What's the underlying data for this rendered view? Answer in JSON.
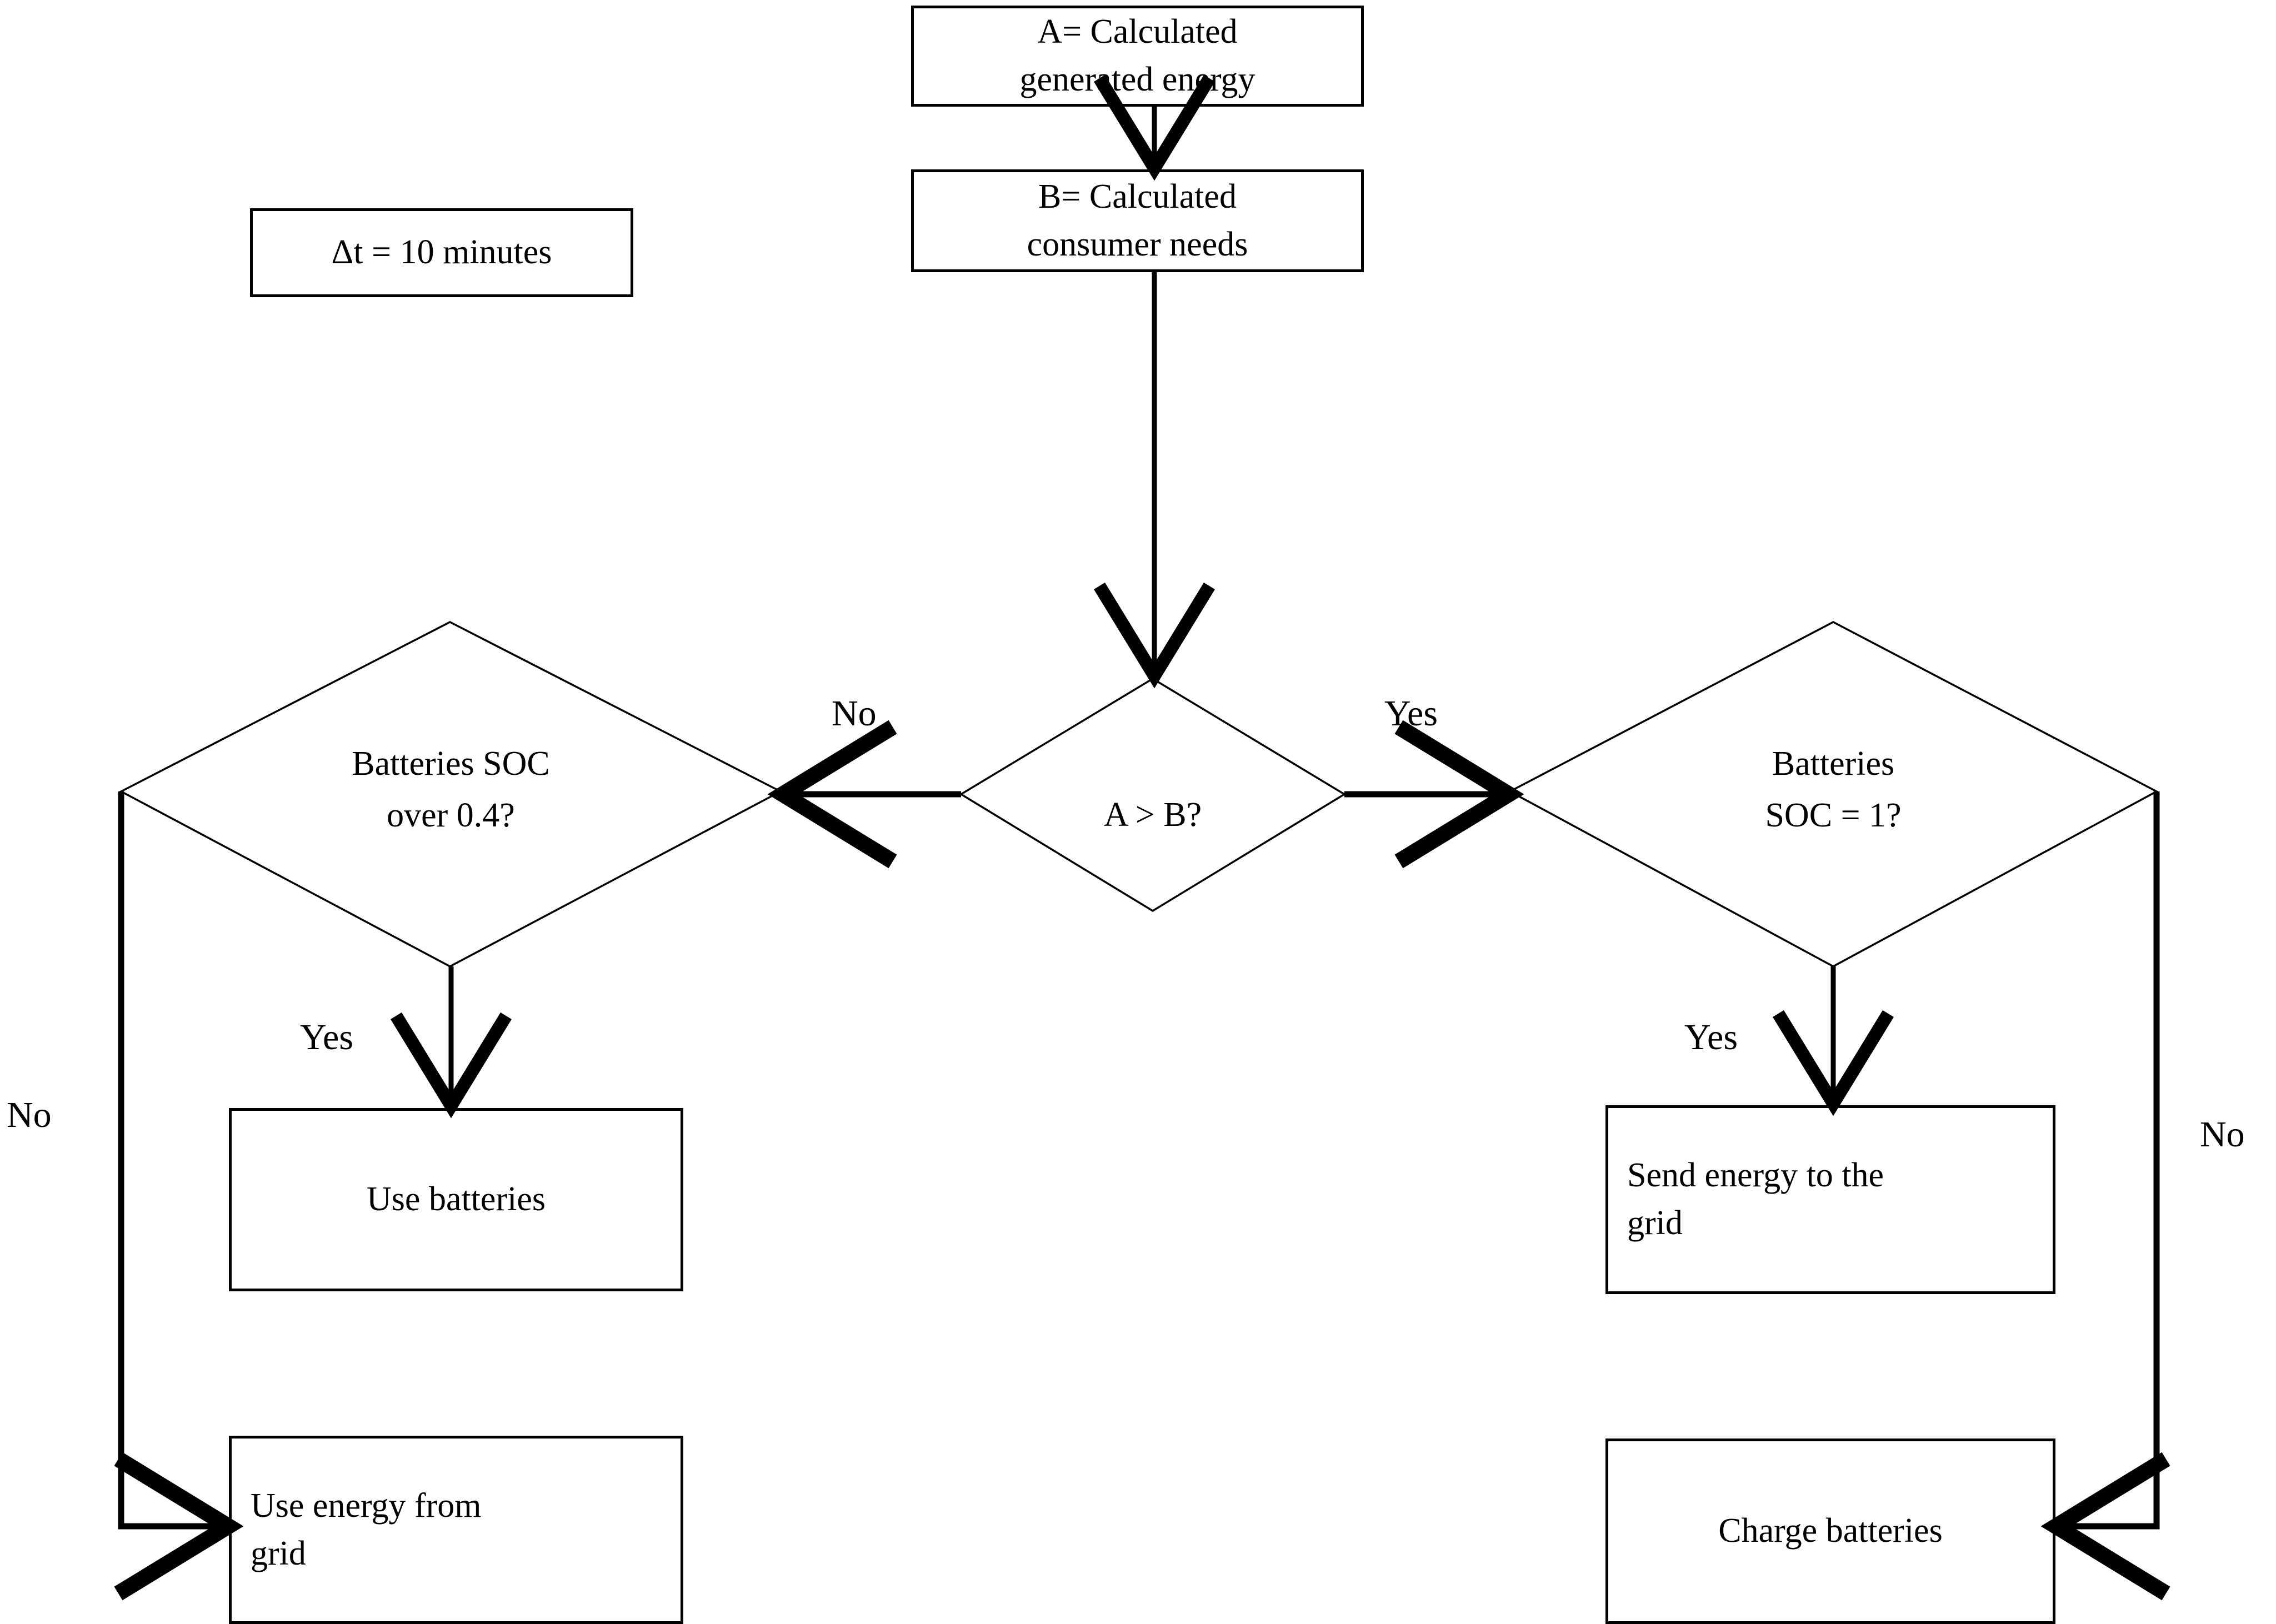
{
  "diagram": {
    "title": "Energy management decision flowchart",
    "type": "flowchart",
    "stroke_color": "#000000",
    "background_color": "#ffffff",
    "text_color": "#000000"
  },
  "nodes": {
    "timestep": {
      "label": "Δt = 10 minutes",
      "shape": "rectangle"
    },
    "calc_generated": {
      "label": "A= Calculated\ngenerated energy",
      "shape": "rectangle"
    },
    "calc_needs": {
      "label": "B= Calculated\nconsumer needs",
      "shape": "rectangle"
    },
    "compare": {
      "label": "A > B?",
      "shape": "diamond"
    },
    "soc_over": {
      "label": "Batteries SOC\nover 0.4?",
      "shape": "diamond"
    },
    "soc_full": {
      "label": "Batteries\nSOC = 1?",
      "shape": "diamond"
    },
    "use_batteries": {
      "label": "Use batteries",
      "shape": "rectangle"
    },
    "use_grid": {
      "label": "Use energy from\ngrid",
      "shape": "rectangle"
    },
    "send_grid": {
      "label": "Send energy to the\ngrid",
      "shape": "rectangle"
    },
    "charge_batteries": {
      "label": "Charge batteries",
      "shape": "rectangle"
    }
  },
  "edge_labels": {
    "compare_no": "No",
    "compare_yes": "Yes",
    "soc_over_yes": "Yes",
    "soc_over_no": "No",
    "soc_full_yes": "Yes",
    "soc_full_no": "No"
  },
  "edges": [
    {
      "from": "calc_generated",
      "to": "calc_needs",
      "label": ""
    },
    {
      "from": "calc_needs",
      "to": "compare",
      "label": ""
    },
    {
      "from": "compare",
      "to": "soc_over",
      "label": "No"
    },
    {
      "from": "compare",
      "to": "soc_full",
      "label": "Yes"
    },
    {
      "from": "soc_over",
      "to": "use_batteries",
      "label": "Yes"
    },
    {
      "from": "soc_over",
      "to": "use_grid",
      "label": "No"
    },
    {
      "from": "soc_full",
      "to": "send_grid",
      "label": "Yes"
    },
    {
      "from": "soc_full",
      "to": "charge_batteries",
      "label": "No"
    }
  ]
}
